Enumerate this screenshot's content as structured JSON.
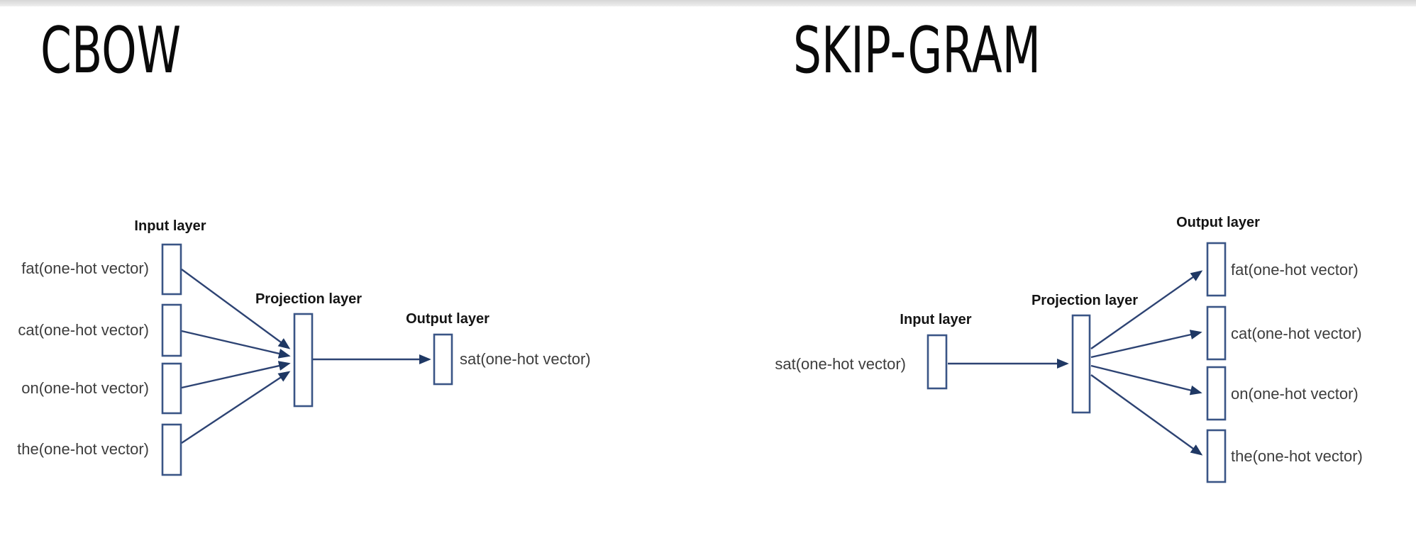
{
  "colors": {
    "box_border": "#3a5586",
    "connector_line": "#2d4373",
    "arrowhead": "#1f3864",
    "label_text": "#3d3d3d",
    "header_text": "#141414",
    "title_text": "#0a0a0a",
    "background": "#ffffff",
    "top_band": "#d6d6d6"
  },
  "cbow": {
    "title": "CBOW",
    "input_header": "Input layer",
    "projection_header": "Projection layer",
    "output_header": "Output layer",
    "input_labels": [
      "fat(one-hot vector)",
      "cat(one-hot vector)",
      "on(one-hot vector)",
      "the(one-hot vector)"
    ],
    "output_label": "sat(one-hot vector)"
  },
  "skipgram": {
    "title": "SKIP-GRAM",
    "input_header": "Input layer",
    "projection_header": "Projection layer",
    "output_header": "Output layer",
    "input_label": "sat(one-hot vector)",
    "output_labels": [
      "fat(one-hot vector)",
      "cat(one-hot vector)",
      "on(one-hot vector)",
      "the(one-hot vector)"
    ]
  }
}
